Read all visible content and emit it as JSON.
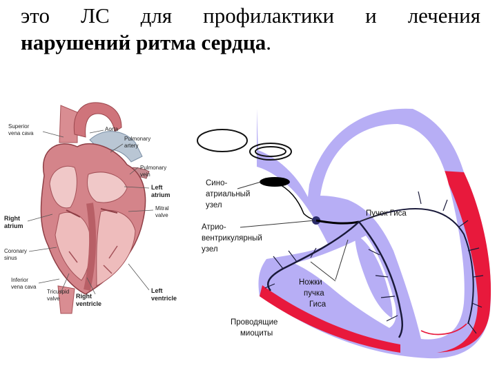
{
  "heading": {
    "line1_words": [
      "это",
      "ЛС",
      "для",
      "профилактики",
      "и",
      "лечения"
    ],
    "line2_bold": "нарушений ритма сердца",
    "line2_tail": "."
  },
  "anatomy_labels": {
    "superior_vena_cava": [
      "Superior",
      "vena cava"
    ],
    "aorta": "Aorta",
    "pulmonary_artery": [
      "Pulmonary",
      "artery"
    ],
    "pulmonary_vein": [
      "Pulmonary",
      "vein"
    ],
    "left_atrium": [
      "Left",
      "atrium"
    ],
    "mitral_valve": [
      "Mitral",
      "valve"
    ],
    "right_atrium": [
      "Right",
      "atrium"
    ],
    "coronary_sinus": [
      "Coronary",
      "sinus"
    ],
    "inferior_vena_cava": [
      "Inferior",
      "vena cava"
    ],
    "tricuspid_valve": [
      "Tricuspid",
      "valve"
    ],
    "right_ventricle": [
      "Right",
      "ventricle"
    ],
    "left_ventricle": [
      "Left",
      "ventricle"
    ]
  },
  "conduction_labels": {
    "sa_node": [
      "Сино-",
      "атриальный",
      "узел"
    ],
    "bundle_his": "Пучок Гиса",
    "av_node": [
      "Атрио-",
      "вентрикулярный",
      "узел"
    ],
    "bundle_branches": [
      "Ножки",
      "пучка",
      "Гиса"
    ],
    "conducting_myocytes": [
      "Проводящие",
      "миоциты"
    ]
  },
  "colors": {
    "heart_muscle": "#b85f66",
    "heart_outer": "#d4848a",
    "chamber": "#f0c8c8",
    "vessel": "#c0d0e0",
    "conduction_wall": "#b7aef5",
    "conduction_edge": "#e8193c",
    "node": "#000000"
  }
}
